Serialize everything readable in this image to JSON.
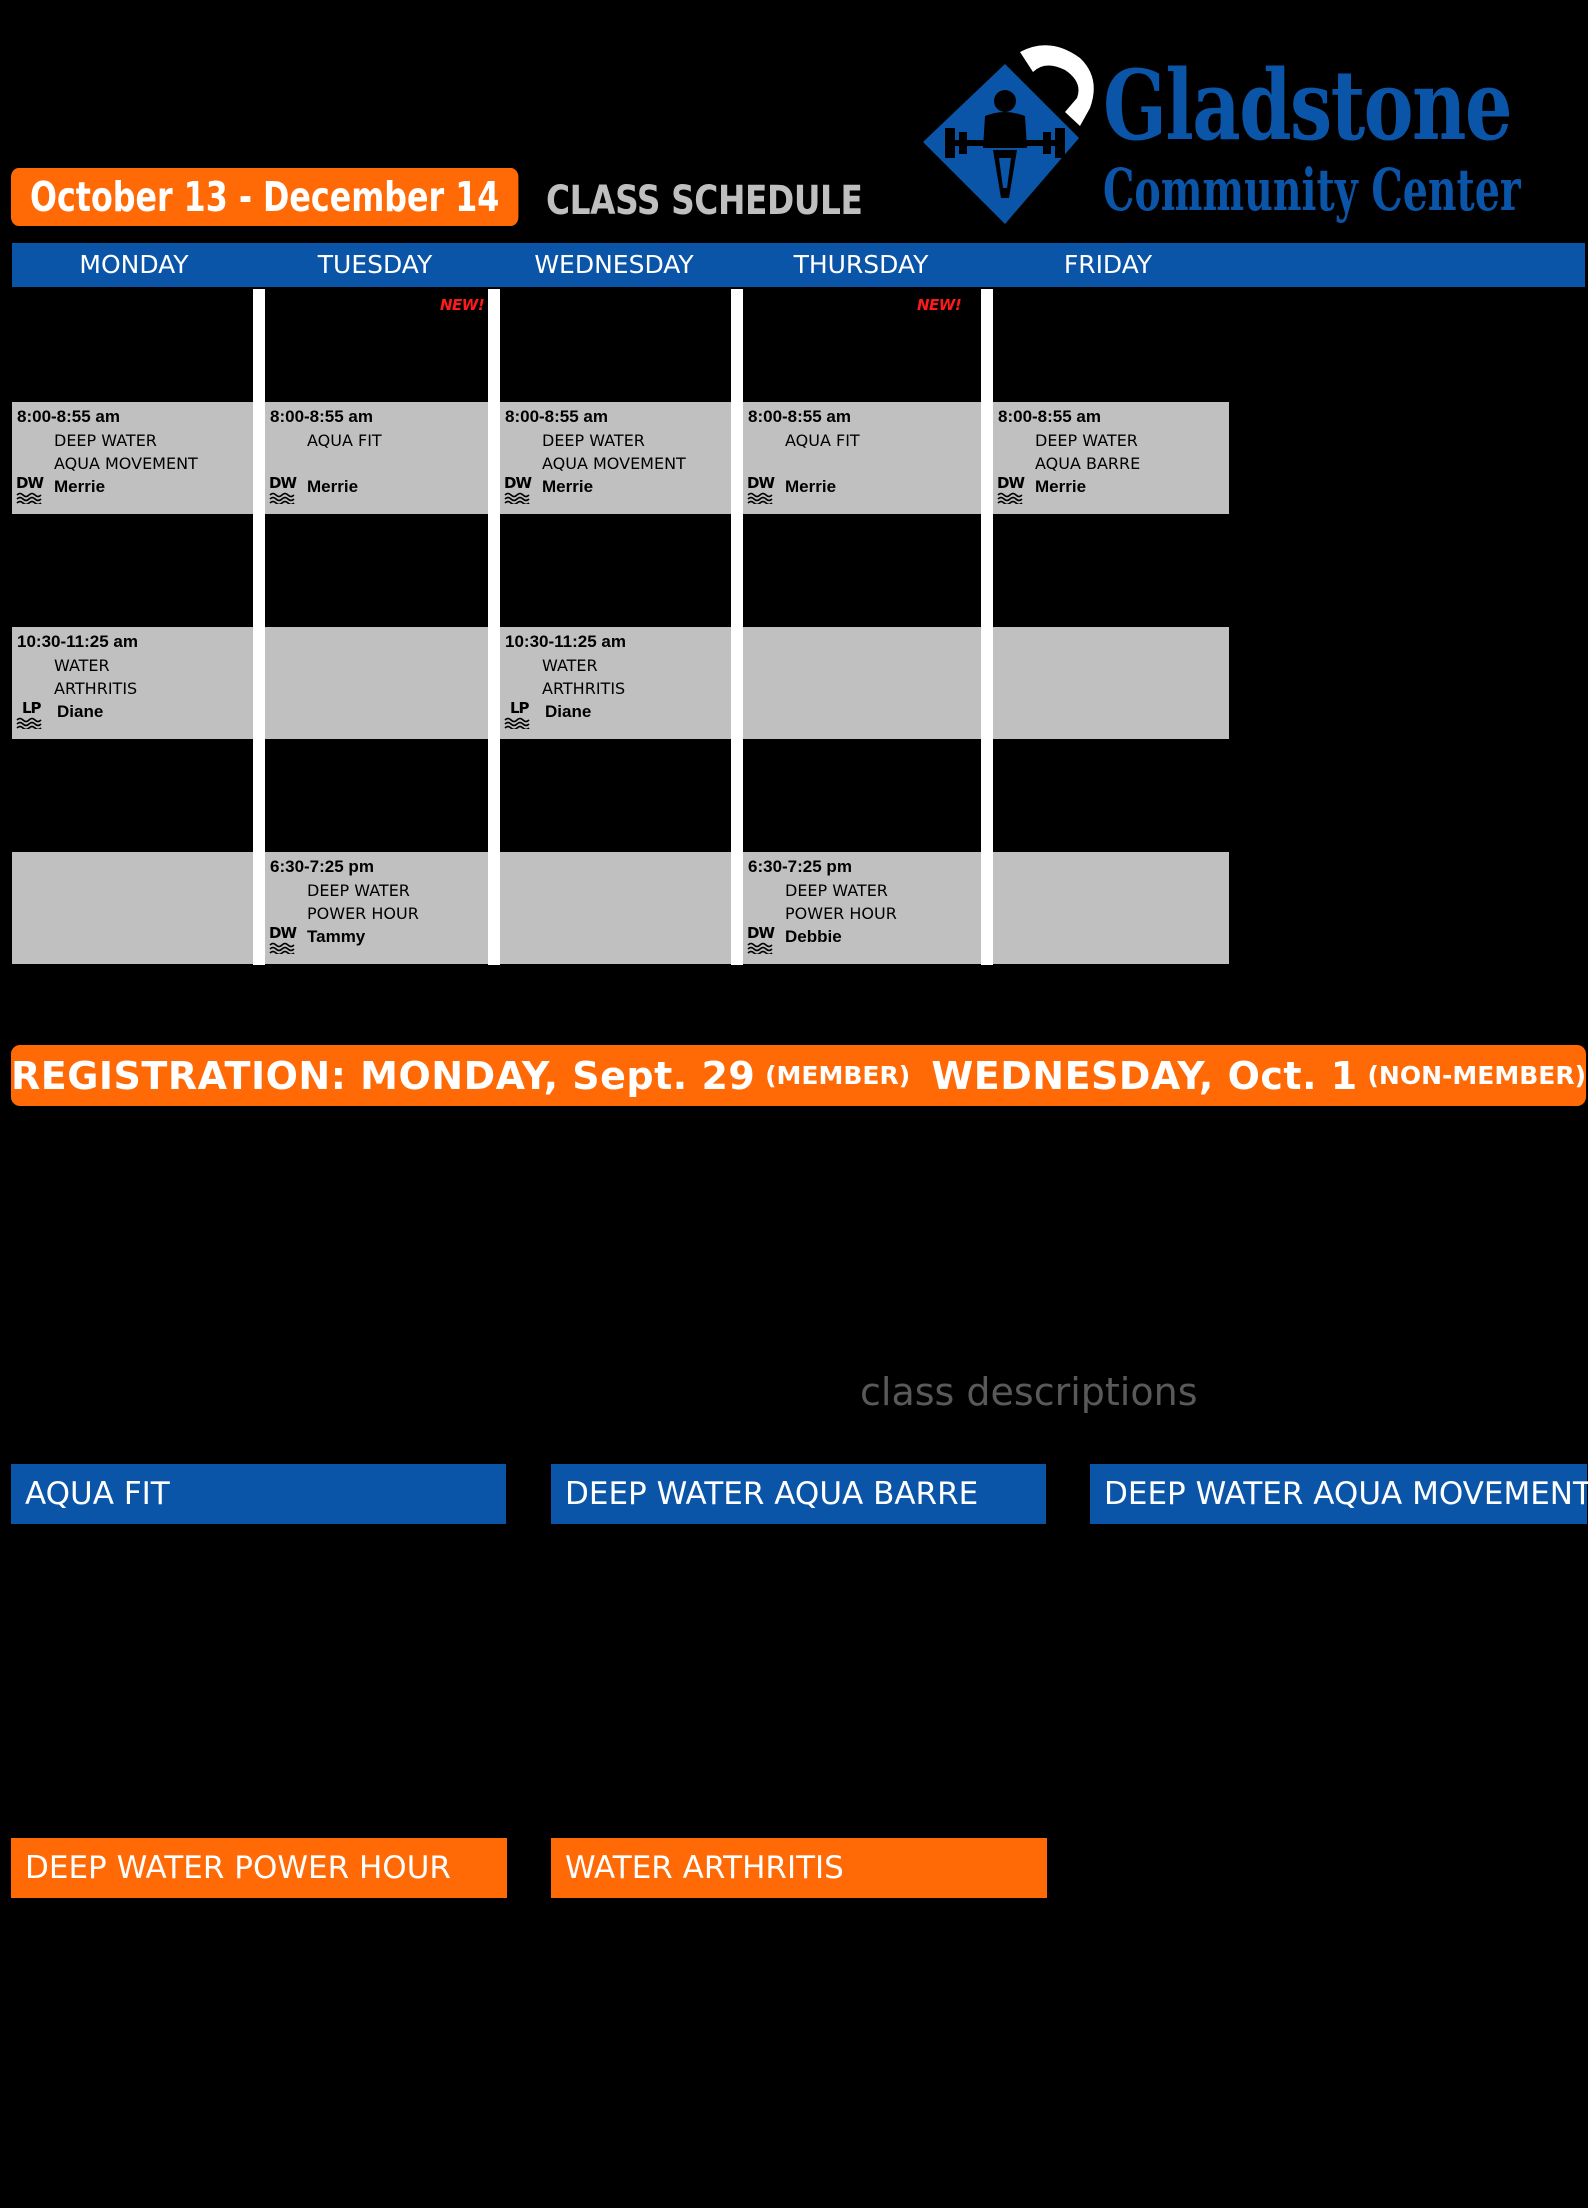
{
  "header": {
    "date_range": "October 13 - December 14",
    "schedule_title": "CLASS SCHEDULE",
    "logo_name": "Gladstone",
    "logo_sub": "Community Center"
  },
  "days": [
    "MONDAY",
    "TUESDAY",
    "WEDNESDAY",
    "THURSDAY",
    "FRIDAY"
  ],
  "new_badge": "NEW!",
  "schedule": {
    "mon_am": {
      "time": "8:00-8:55 am",
      "line1": "DEEP WATER",
      "line2": "AQUA MOVEMENT",
      "code": "DW",
      "instructor": "Merrie"
    },
    "tue_am": {
      "time": "8:00-8:55 am",
      "line1": "AQUA FIT",
      "code": "DW",
      "instructor": "Merrie"
    },
    "wed_am": {
      "time": "8:00-8:55 am",
      "line1": "DEEP WATER",
      "line2": "AQUA MOVEMENT",
      "code": "DW",
      "instructor": "Merrie"
    },
    "thu_am": {
      "time": "8:00-8:55 am",
      "line1": "AQUA FIT",
      "code": "DW",
      "instructor": "Merrie"
    },
    "fri_am": {
      "time": "8:00-8:55 am",
      "line1": "DEEP WATER",
      "line2": "AQUA BARRE",
      "code": "DW",
      "instructor": "Merrie"
    },
    "mon_mid": {
      "time": "10:30-11:25 am",
      "line1": "WATER",
      "line2": "ARTHRITIS",
      "code": "LP",
      "instructor": "Diane"
    },
    "wed_mid": {
      "time": "10:30-11:25 am",
      "line1": "WATER",
      "line2": "ARTHRITIS",
      "code": "LP",
      "instructor": "Diane"
    },
    "tue_pm": {
      "time": "6:30-7:25 pm",
      "line1": "DEEP WATER",
      "line2": "POWER HOUR",
      "code": "DW",
      "instructor": "Tammy"
    },
    "thu_pm": {
      "time": "6:30-7:25 pm",
      "line1": "DEEP WATER",
      "line2": "POWER HOUR",
      "code": "DW",
      "instructor": "Debbie"
    }
  },
  "registration": {
    "label": "REGISTRATION: MONDAY, Sept. 29",
    "member": "(MEMBER)",
    "label2": "WEDNESDAY, Oct. 1",
    "nonmember": "(NON-MEMBER)"
  },
  "descriptions": {
    "title": "class descriptions",
    "items": [
      "AQUA FIT",
      "DEEP WATER AQUA BARRE",
      "DEEP WATER AQUA MOVEMENT",
      "DEEP WATER POWER HOUR",
      "WATER ARTHRITIS"
    ]
  },
  "colors": {
    "blue": "#0b55a8",
    "orange": "#ff6a06",
    "cell_gray": "#c0c0c0",
    "new_red": "#ff1a1a"
  }
}
